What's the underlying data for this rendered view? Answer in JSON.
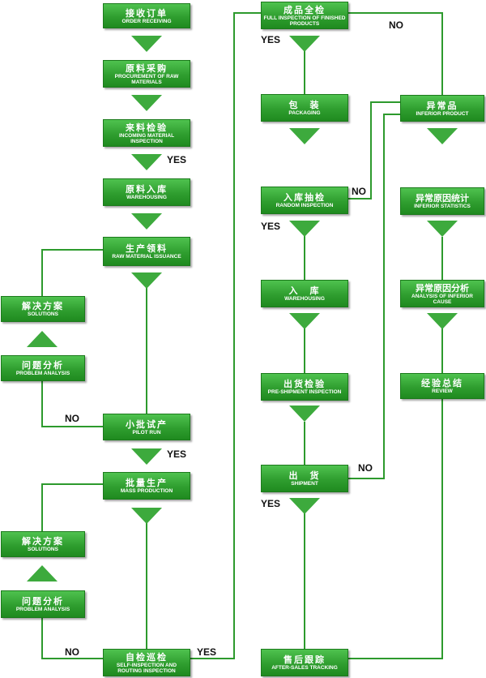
{
  "nodes": [
    {
      "id": "order",
      "zh": "接收订单",
      "en": "ORDER RECEIVING"
    },
    {
      "id": "procure",
      "zh": "原料采购",
      "en": "PROCUREMENT OF RAW MATERIALS"
    },
    {
      "id": "incoming",
      "zh": "来料检验",
      "en": "INCOMING MATERIAL INSPECTION"
    },
    {
      "id": "warehouse1",
      "zh": "原料入库",
      "en": "WAREHOUSING"
    },
    {
      "id": "issuance",
      "zh": "生产领料",
      "en": "RAW MATERIAL ISSUANCE"
    },
    {
      "id": "solutions1",
      "zh": "解决方案",
      "en": "SOLUTIONS"
    },
    {
      "id": "problem1",
      "zh": "问题分析",
      "en": "PROBLEM ANALYSIS"
    },
    {
      "id": "pilot",
      "zh": "小批试产",
      "en": "PILOT RUN"
    },
    {
      "id": "mass",
      "zh": "批量生产",
      "en": "MASS PRODUCTION"
    },
    {
      "id": "solutions2",
      "zh": "解决方案",
      "en": "SOLUTIONS"
    },
    {
      "id": "problem2",
      "zh": "问题分析",
      "en": "PROBLEM ANALYSIS"
    },
    {
      "id": "self",
      "zh": "自检巡检",
      "en": "SELF-INSPECTION AND ROUTING INSPECTION"
    },
    {
      "id": "full",
      "zh": "成品全检",
      "en": "FULL INSPECTION OF FINISHED PRODUCTS"
    },
    {
      "id": "packaging",
      "zh": "包　装",
      "en": "PACKAGING"
    },
    {
      "id": "random",
      "zh": "入库抽检",
      "en": "RANDOM INSPECTION"
    },
    {
      "id": "warehouse2",
      "zh": "入　库",
      "en": "WAREHOUSING"
    },
    {
      "id": "preship",
      "zh": "出货检验",
      "en": "PRE-SHIPMENT INSPECTION"
    },
    {
      "id": "shipment",
      "zh": "出　货",
      "en": "SHIPMENT"
    },
    {
      "id": "aftersales",
      "zh": "售后跟踪",
      "en": "AFTER-SALES TRACKING"
    },
    {
      "id": "inferior",
      "zh": "异常品",
      "en": "INFERIOR PRODUCT"
    },
    {
      "id": "stats",
      "zh": "异常原因统计",
      "en": "INFERIOR STATISTICS"
    },
    {
      "id": "cause",
      "zh": "异常原因分析",
      "en": "ANALYSIS OF INFERIOR CAUSE"
    },
    {
      "id": "review",
      "zh": "经验总结",
      "en": "REVIEW"
    }
  ],
  "labels": {
    "yes_incoming": "YES",
    "yes_pilot": "YES",
    "yes_self": "YES",
    "yes_full": "YES",
    "yes_random": "YES",
    "yes_shipment": "YES",
    "no_pilot": "NO",
    "no_self": "NO",
    "no_full": "NO",
    "no_random": "NO",
    "no_shipment": "NO"
  },
  "colors": {
    "box": "#2f9e2f",
    "line": "#2d9a2d",
    "arrow": "#3daa3d"
  }
}
